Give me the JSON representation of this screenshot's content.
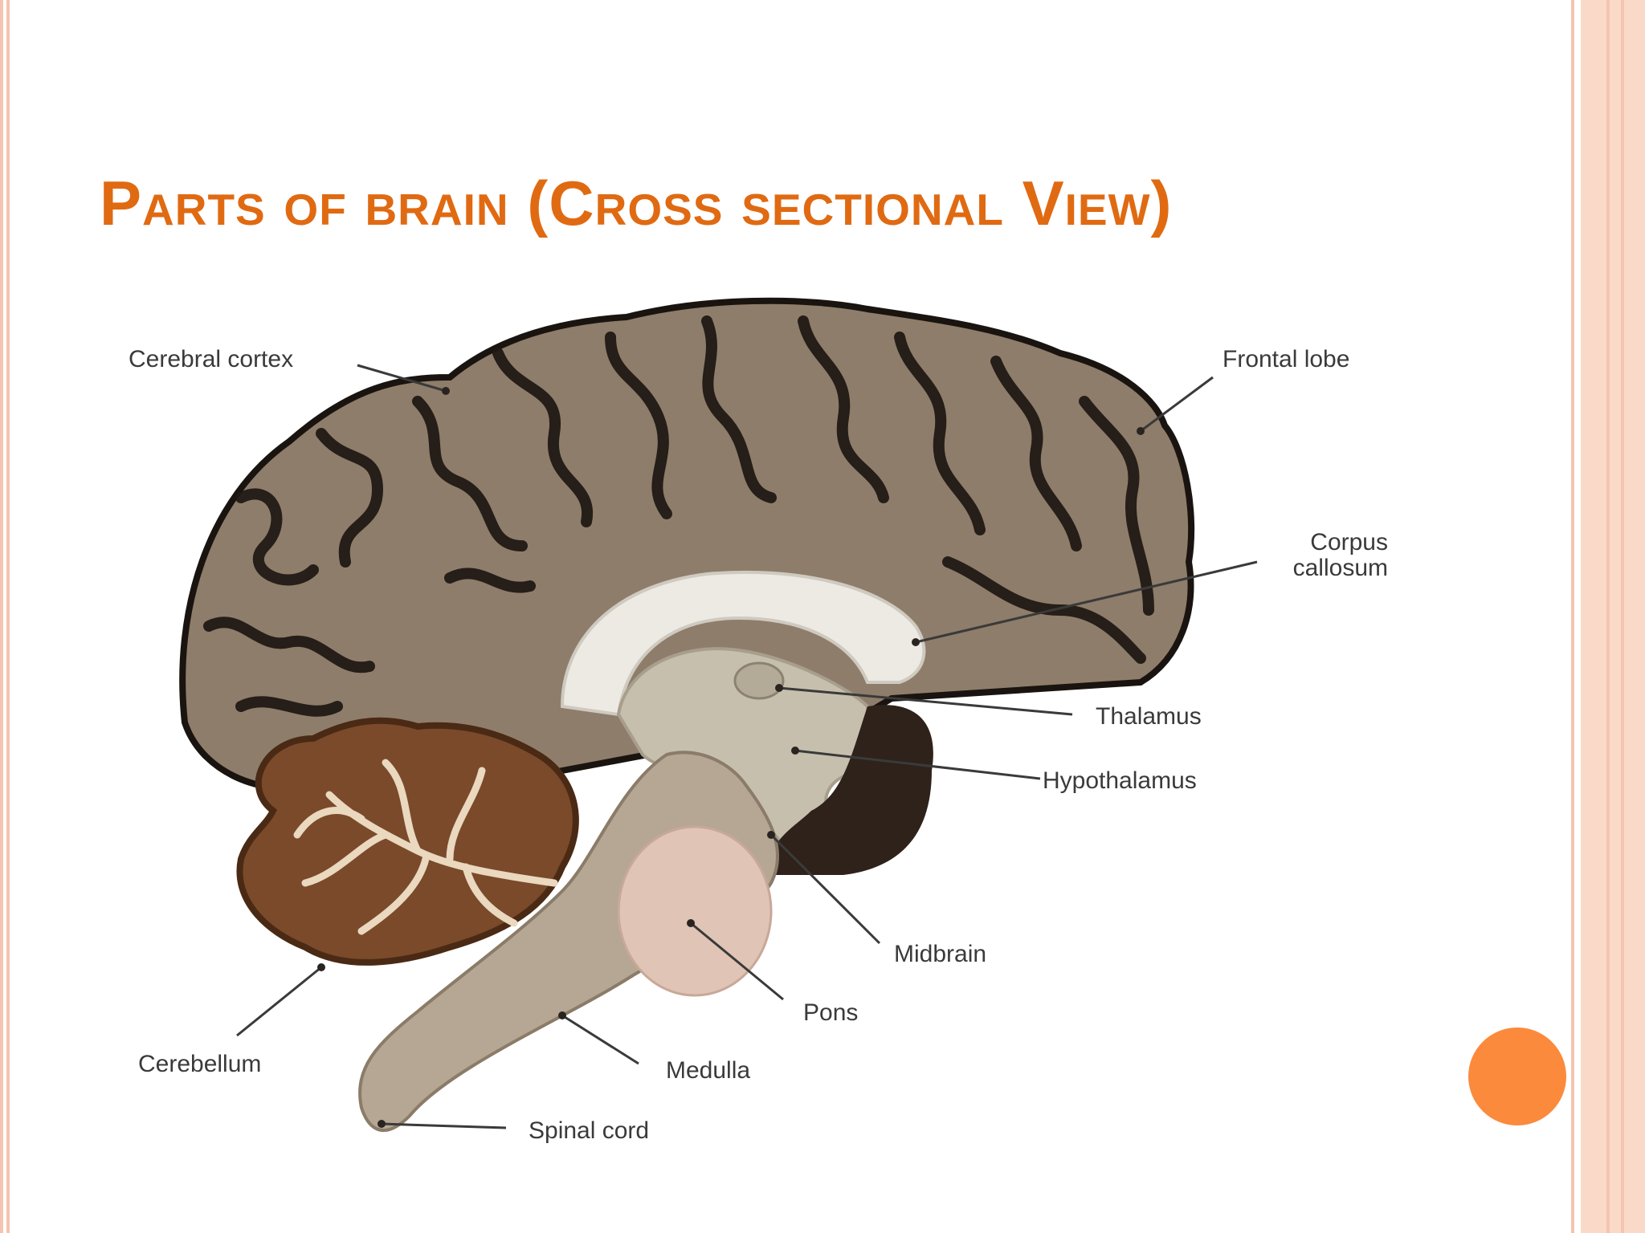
{
  "slide": {
    "title": "Parts of brain (Cross sectional View)"
  },
  "labels": {
    "cerebral_cortex": "Cerebral cortex",
    "frontal_lobe": "Frontal lobe",
    "corpus_callosum_1": "Corpus",
    "corpus_callosum_2": "callosum",
    "thalamus": "Thalamus",
    "hypothalamus": "Hypothalamus",
    "midbrain": "Midbrain",
    "pons": "Pons",
    "medulla": "Medulla",
    "cerebellum": "Cerebellum",
    "spinal_cord": "Spinal cord"
  },
  "colors": {
    "title": "#e06a12",
    "accent_dot": "#fb8a3c",
    "frame": "#f4c4b0",
    "cortex": "#8e7d6a",
    "cerebellum": "#7a4a2a"
  }
}
